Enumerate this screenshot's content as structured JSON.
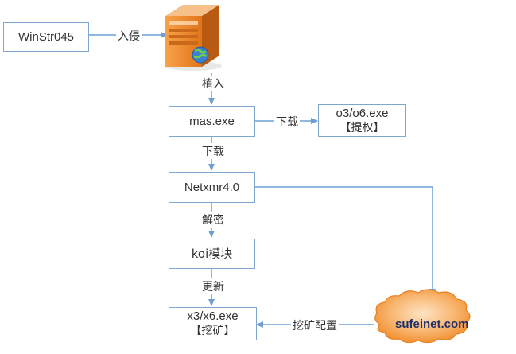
{
  "nodes": {
    "winstr": {
      "label": "WinStr045"
    },
    "mas": {
      "label": "mas.exe"
    },
    "o3o6": {
      "line1": "o3/o6.exe",
      "line2": "【提权】"
    },
    "netxmr": {
      "label": "Netxmr4.0"
    },
    "koi": {
      "label": "koi模块"
    },
    "x3x6": {
      "line1": "x3/x6.exe",
      "line2": "【挖矿】"
    },
    "cloud": {
      "label": "sufeinet.com"
    }
  },
  "edges": {
    "invade": "入侵",
    "implant": "植入",
    "download1": "下载",
    "download2": "下载",
    "decrypt": "解密",
    "update": "更新",
    "mining_config": "挖矿配置"
  },
  "colors": {
    "border": "#7ea6cf",
    "arrow": "#6f9fd0",
    "cloud_fill": "#f59a3a"
  }
}
